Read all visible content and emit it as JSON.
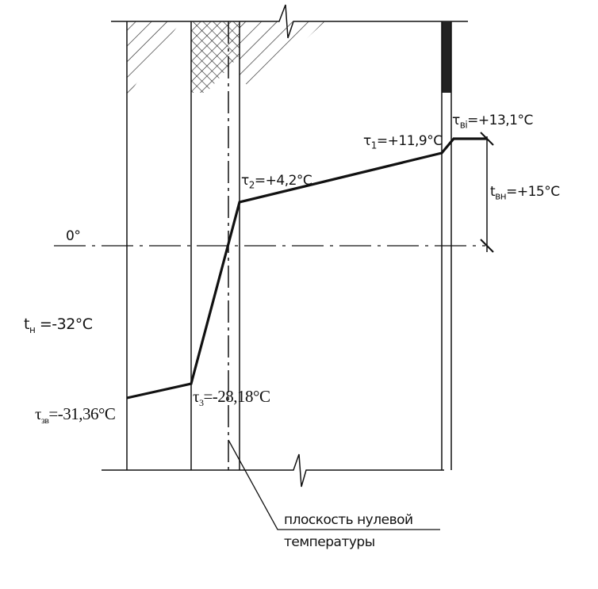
{
  "labels": {
    "zero": "0°",
    "t_out_sym": "t",
    "t_out_sub": "н",
    "t_out_val": " =-32°C",
    "tau_out_sym": "τ",
    "tau_out_sub": "зв",
    "tau_out_val": "=-31,36°C",
    "tau3_sym": "τ",
    "tau3_sub": "3",
    "tau3_val": "=-28,18°C",
    "tau2_sym": "τ",
    "tau2_sub": "2",
    "tau2_val": "=+4,2°C",
    "tau1_sym": "τ",
    "tau1_sub": "1",
    "tau1_val": "=+11,9°C",
    "tau_in_sym": "τ",
    "tau_in_sub": "ві",
    "tau_in_val": "=+13,1°C",
    "t_in_sym": "t",
    "t_in_sub": "вн",
    "t_in_val": "=+15°C",
    "zero_plane_line1": "плоскость нулевой",
    "zero_plane_line2": "температуры"
  },
  "temperature_profile_c": [
    -31.36,
    -28.18,
    4.2,
    11.9,
    13.1,
    15
  ],
  "colors": {
    "ink": "#111111"
  }
}
